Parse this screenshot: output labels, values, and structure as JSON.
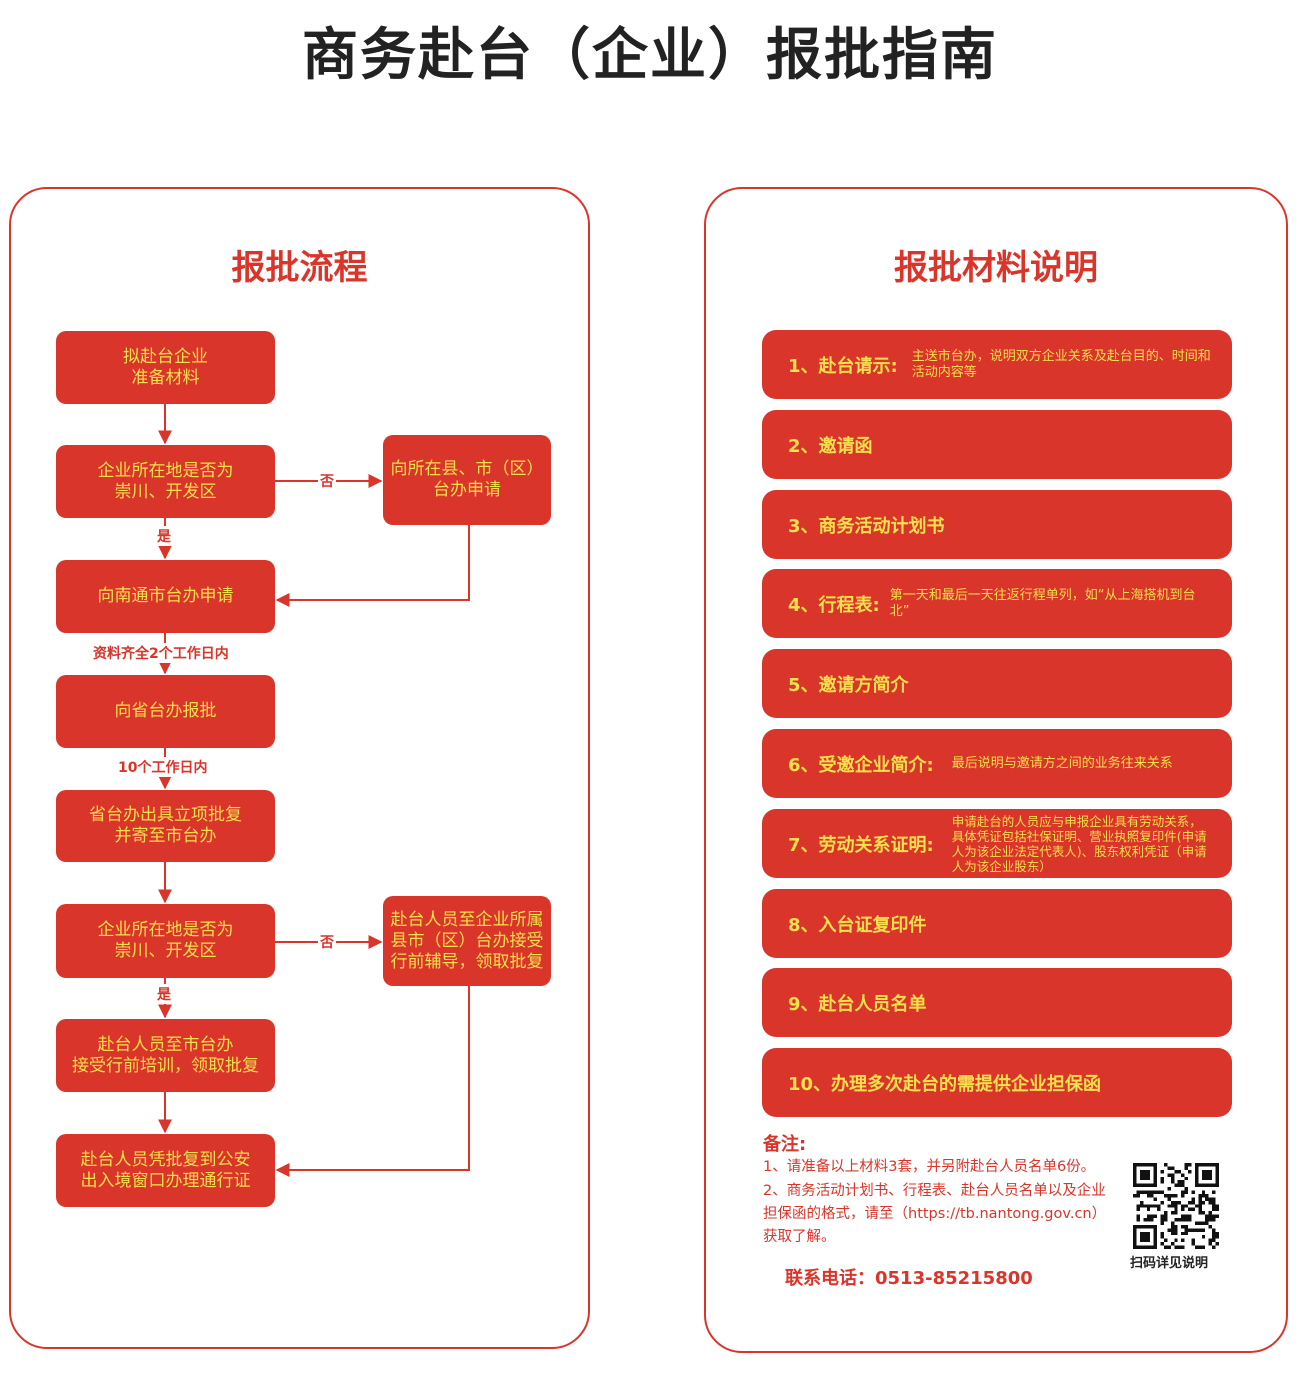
{
  "title": "商务赴台（企业）报批指南",
  "colors": {
    "accent": "#d9352b",
    "box_text": "#f7e04b"
  },
  "process": {
    "title": "报批流程",
    "steps": [
      "拟赴台企业\n准备材料",
      "企业所在地是否为\n崇川、开发区",
      "向所在县、市（区）\n台办申请",
      "向南通市台办申请",
      "向省台办报批",
      "省台办出具立项批复\n并寄至市台办",
      "企业所在地是否为\n崇川、开发区",
      "赴台人员至企业所属\n县市（区）台办接受\n行前辅导，领取批复",
      "赴台人员至市台办\n接受行前培训，领取批复",
      "赴台人员凭批复到公安\n出入境窗口办理通行证"
    ],
    "labels": {
      "no1": "否",
      "yes1": "是",
      "days1": "资料齐全2个工作日内",
      "days2": "10个工作日内",
      "no2": "否",
      "yes2": "是"
    }
  },
  "materials": {
    "title": "报批材料说明",
    "items": [
      {
        "label": "1、赴台请示:",
        "desc": "主送市台办，说明双方企业关系及赴台目的、时间和活动内容等"
      },
      {
        "label": "2、邀请函",
        "desc": ""
      },
      {
        "label": "3、商务活动计划书",
        "desc": ""
      },
      {
        "label": "4、行程表:",
        "desc": "第一天和最后一天往返行程单列，如“从上海搭机到台北”"
      },
      {
        "label": "5、邀请方简介",
        "desc": ""
      },
      {
        "label": "6、受邀企业简介:",
        "desc": "最后说明与邀请方之间的业务往来关系"
      },
      {
        "label": "7、劳动关系证明:",
        "desc": "申请赴台的人员应与申报企业具有劳动关系，具体凭证包括社保证明、营业执照复印件(申请人为该企业法定代表人)、股东权利凭证（申请人为该企业股东）"
      },
      {
        "label": "8、入台证复印件",
        "desc": ""
      },
      {
        "label": "9、赴台人员名单",
        "desc": ""
      },
      {
        "label": "10、办理多次赴台的需提供企业担保函",
        "desc": ""
      }
    ]
  },
  "notes": {
    "title": "备注:",
    "items": [
      "1、请准备以上材料3套，并另附赴台人员名单6份。",
      "2、商务活动计划书、行程表、赴台人员名单以及企业担保函的格式，请至（https://tb.nantong.gov.cn）获取了解。"
    ]
  },
  "contact": "联系电话：0513-85215800",
  "qr_caption": "扫码详见说明"
}
